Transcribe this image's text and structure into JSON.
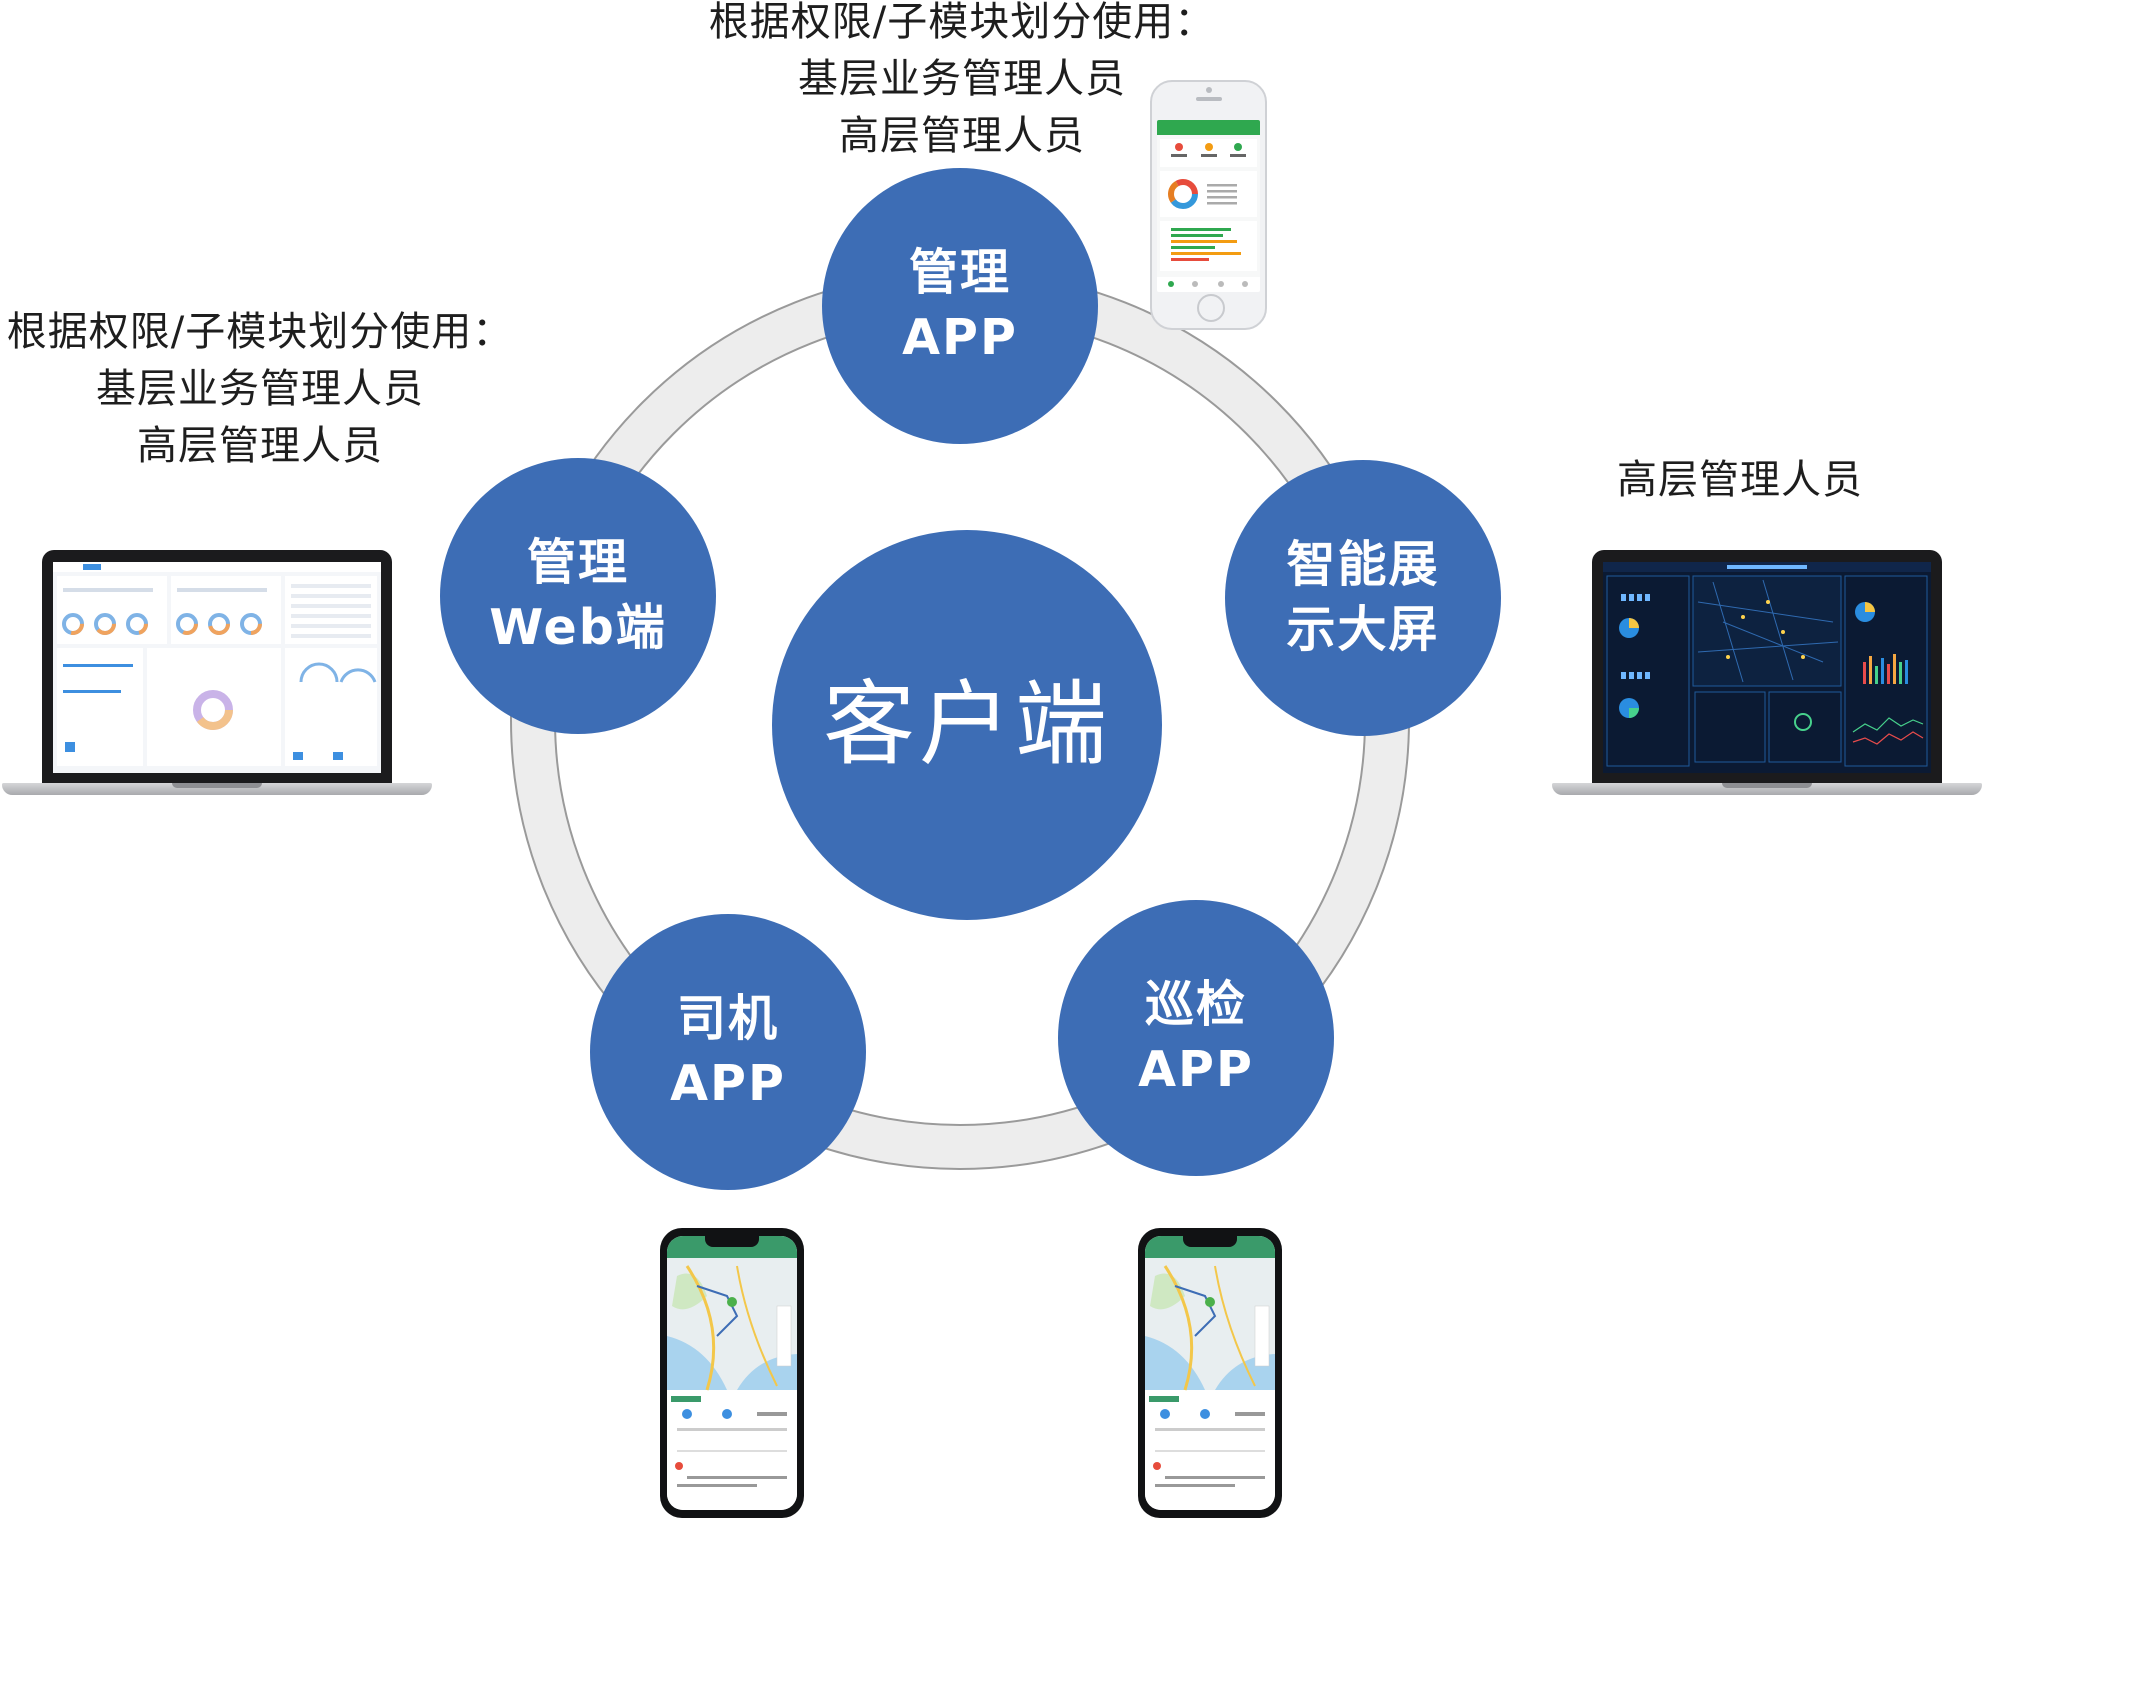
{
  "colors": {
    "node": "#3d6db5",
    "ring_fill": "#ededed",
    "ring_stroke": "#9a9a9a",
    "app_green": "#2fa84f",
    "screen_dark": "#0b1a33"
  },
  "center": {
    "label": "客户端"
  },
  "nodes": [
    {
      "id": "mgmt-app",
      "lines": [
        "管理",
        "APP"
      ]
    },
    {
      "id": "smart-screen",
      "lines": [
        "智能展",
        "示大屏"
      ]
    },
    {
      "id": "inspection-app",
      "lines": [
        "巡检",
        "APP"
      ]
    },
    {
      "id": "driver-app",
      "lines": [
        "司机",
        "APP"
      ]
    },
    {
      "id": "mgmt-web",
      "lines": [
        "管理",
        "Web端"
      ]
    }
  ],
  "captions": {
    "top": [
      "根据权限/子模块划分使用：",
      "基层业务管理人员",
      "高层管理人员"
    ],
    "left": [
      "根据权限/子模块划分使用：",
      "基层业务管理人员",
      "高层管理人员"
    ],
    "right": [
      "高层管理人员"
    ]
  },
  "devices": {
    "mgmt_app_phone": {
      "icon": "iphone-white",
      "theme": "green-dashboard"
    },
    "web_laptop": {
      "icon": "laptop-light-dashboard"
    },
    "screen_laptop": {
      "icon": "laptop-dark-bigscreen"
    },
    "driver_phone": {
      "icon": "iphone-map"
    },
    "inspection_phone": {
      "icon": "iphone-map"
    }
  }
}
